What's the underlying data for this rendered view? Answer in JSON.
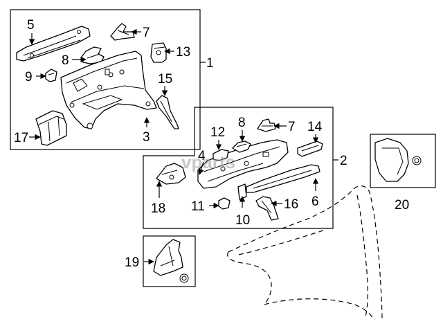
{
  "watermark": "vparts",
  "callouts": [
    {
      "id": "c5",
      "label": "5"
    },
    {
      "id": "c7a",
      "label": "7"
    },
    {
      "id": "c8a",
      "label": "8"
    },
    {
      "id": "c13",
      "label": "13"
    },
    {
      "id": "c1",
      "label": "1"
    },
    {
      "id": "c9",
      "label": "9"
    },
    {
      "id": "c15",
      "label": "15"
    },
    {
      "id": "c3",
      "label": "3"
    },
    {
      "id": "c17",
      "label": "17"
    },
    {
      "id": "c12",
      "label": "12"
    },
    {
      "id": "c8b",
      "label": "8"
    },
    {
      "id": "c7b",
      "label": "7"
    },
    {
      "id": "c14",
      "label": "14"
    },
    {
      "id": "c2",
      "label": "2"
    },
    {
      "id": "c4",
      "label": "4"
    },
    {
      "id": "c18",
      "label": "18"
    },
    {
      "id": "c11",
      "label": "11"
    },
    {
      "id": "c10",
      "label": "10"
    },
    {
      "id": "c16",
      "label": "16"
    },
    {
      "id": "c6",
      "label": "6"
    },
    {
      "id": "c20",
      "label": "20"
    },
    {
      "id": "c19",
      "label": "19"
    }
  ]
}
